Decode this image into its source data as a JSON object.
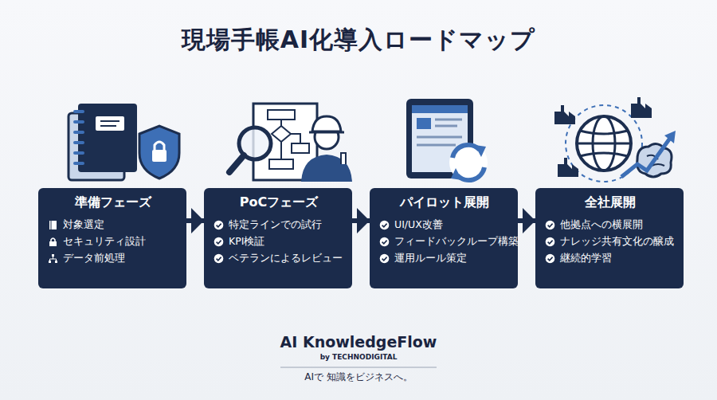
{
  "diagram": {
    "title": "現場手帳AI化導入ロードマップ",
    "nodes": [
      {
        "text": [
          "準備フェーズ",
          "対象選定",
          "セキュリティ設計",
          "データ前処理"
        ]
      },
      {
        "text": [
          "PoCフェーズ",
          "特定ラインでの試行",
          "KPI検証",
          "ベテランによるレビュー"
        ]
      },
      {
        "text": [
          "パイロット展開",
          "UI/UX改善",
          "フィードバックループ構築",
          "運用ルール策定"
        ]
      },
      {
        "text": [
          "全社展開",
          "他拠点への横展開",
          "ナレッジ共有文化の醸成",
          "継続的学習"
        ]
      }
    ],
    "edges": [
      {
        "from": 0,
        "to": 1,
        "arrow": "to"
      },
      {
        "from": 1,
        "to": 2,
        "arrow": "to"
      },
      {
        "from": 2,
        "to": 3,
        "arrow": "to"
      }
    ],
    "labels": [
      "AI KnowledgeFlow",
      "by TECHNODIGITAL",
      "AIで 知識をビジネスへ。"
    ]
  }
}
